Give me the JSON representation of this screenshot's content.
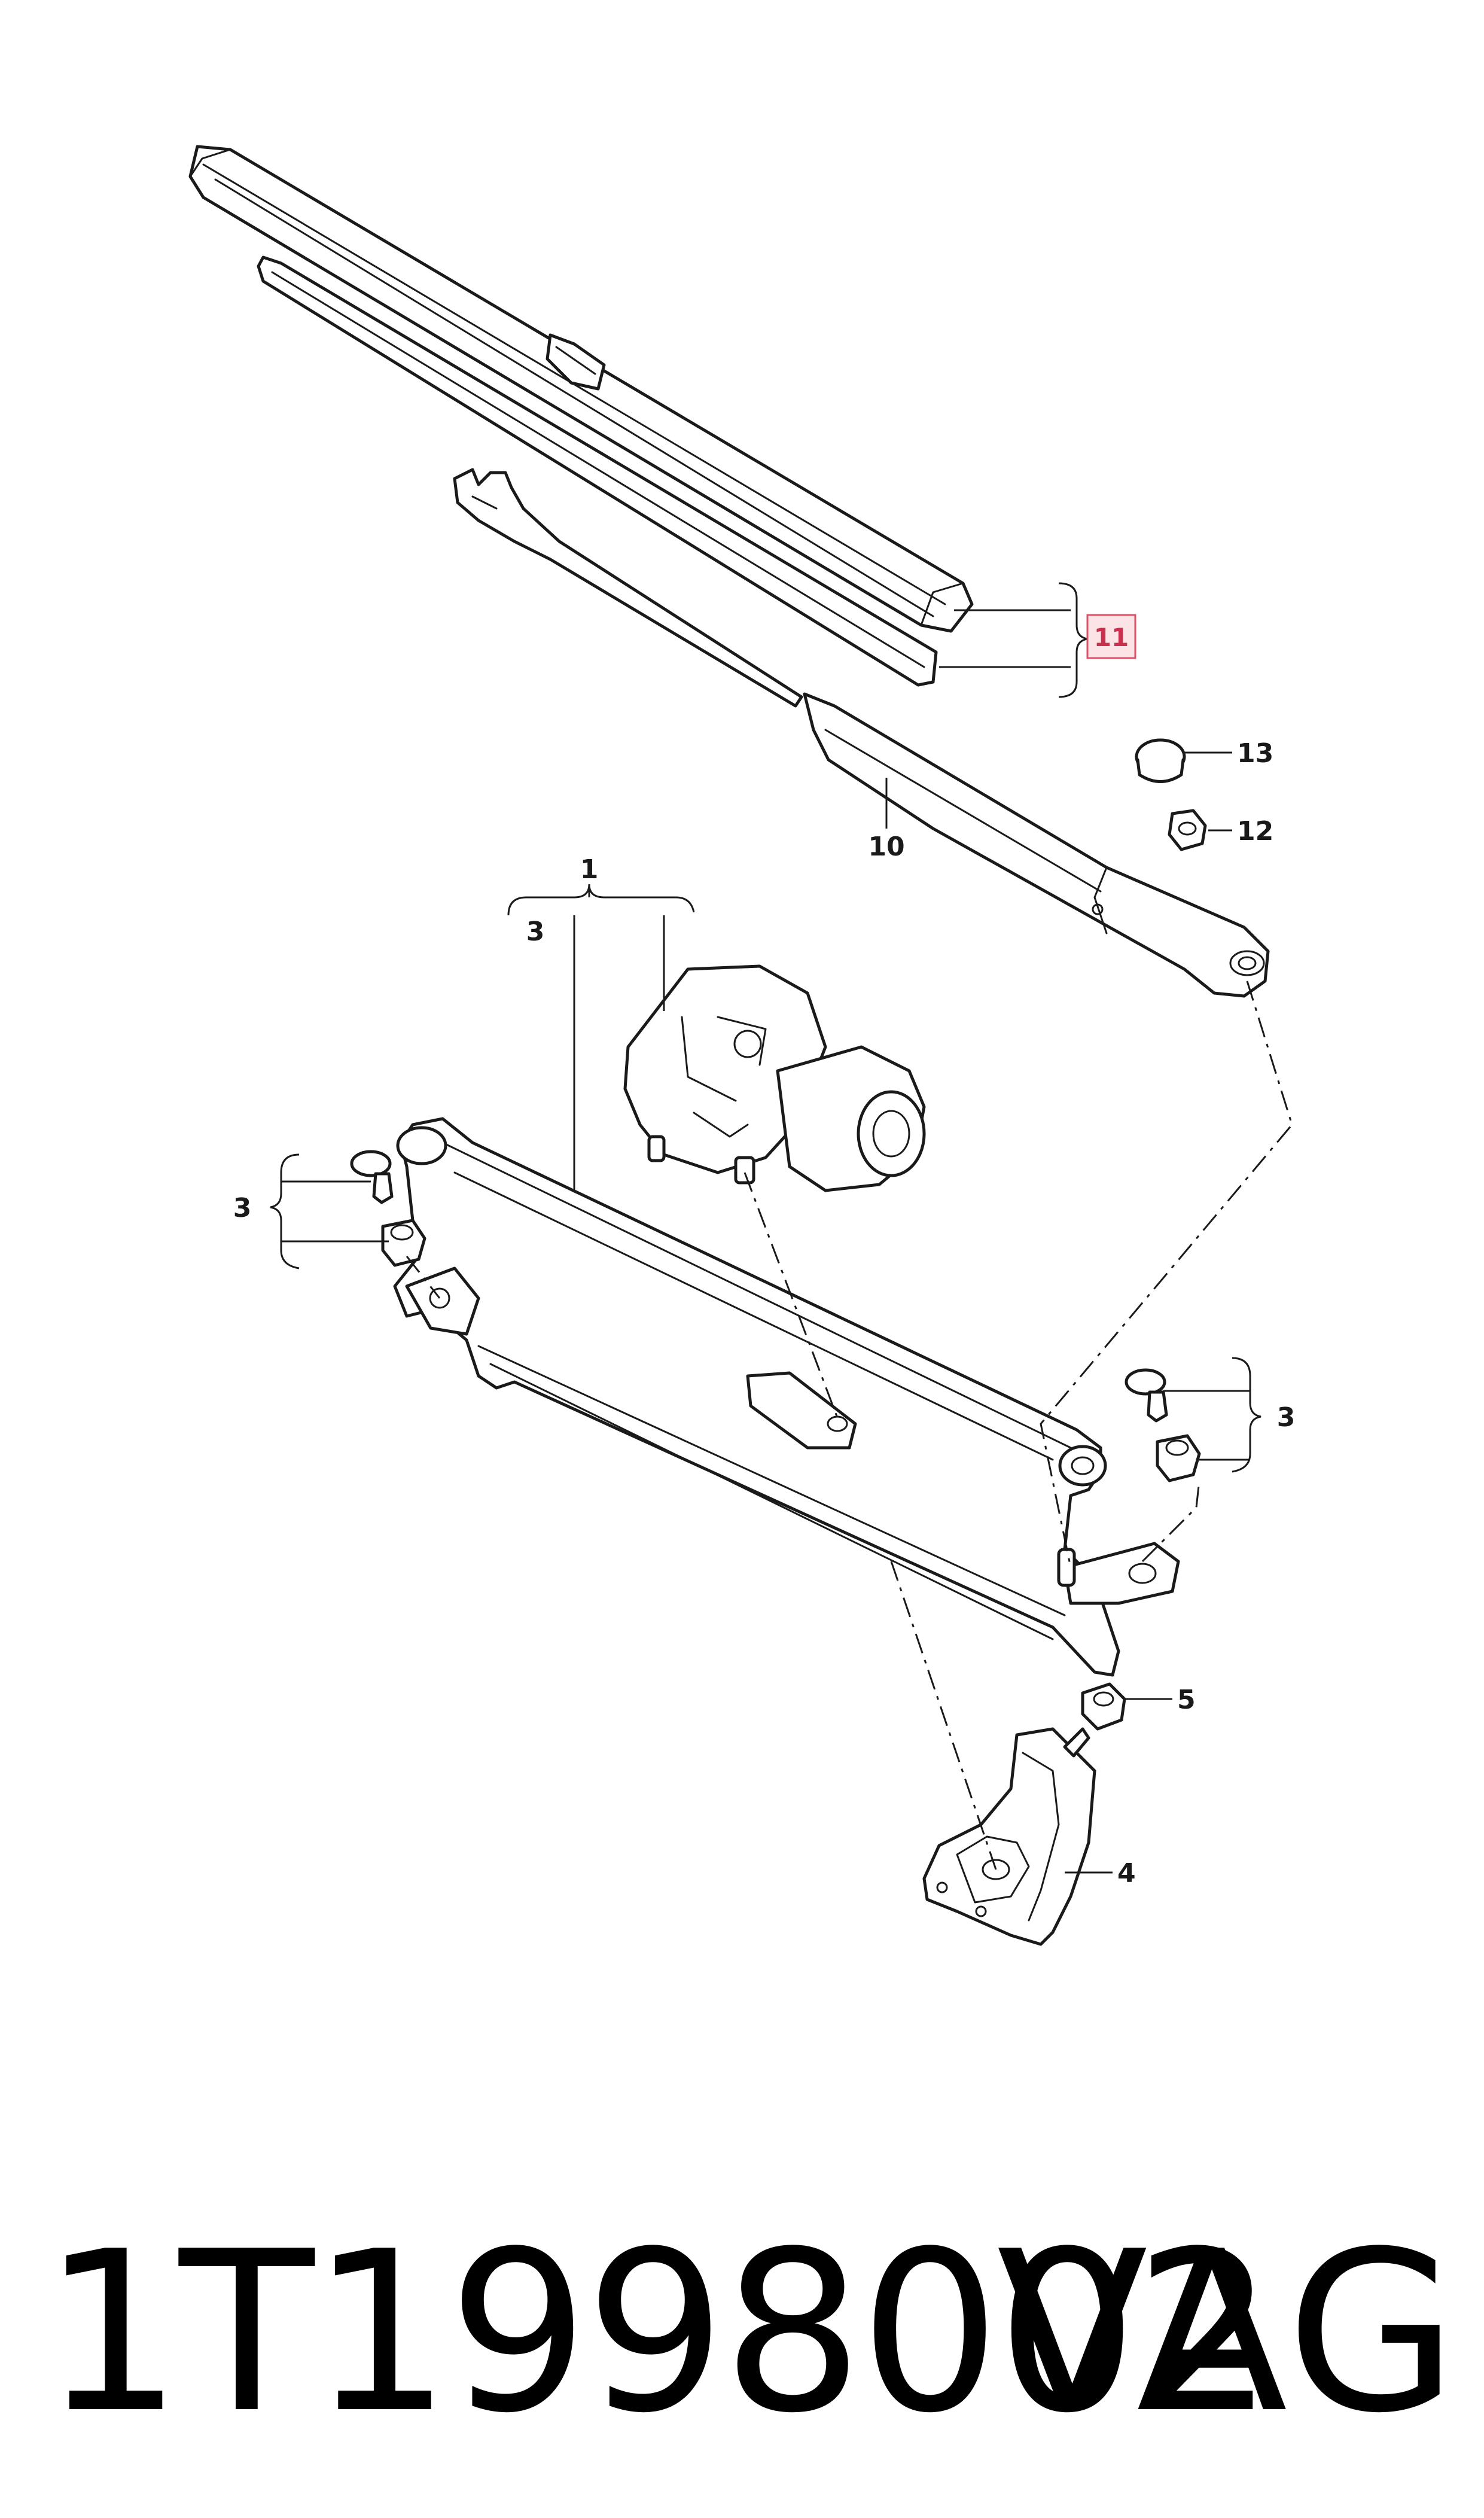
{
  "diagram": {
    "callouts": {
      "c1": "1",
      "c3_top": "3",
      "c3_left": "3",
      "c3_right": "3",
      "c4": "4",
      "c5": "5",
      "c10": "10",
      "c11": "11",
      "c12": "12",
      "c13": "13"
    },
    "highlight_color": "#d9536a",
    "highlight_fill": "#fbe3e6"
  },
  "footer": {
    "part_number": "1T1998002",
    "brand": "VAG"
  }
}
